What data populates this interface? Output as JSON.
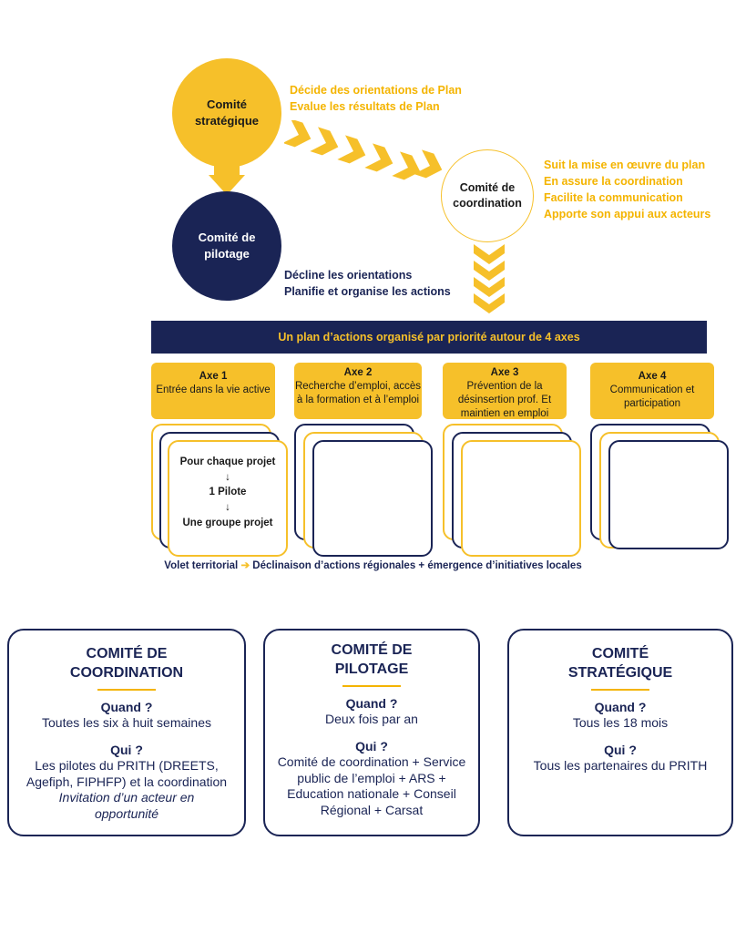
{
  "diagram": {
    "strategique": {
      "label": "Comité\nstratégique",
      "desc1": "Décide des orientations de Plan",
      "desc2": "Evalue les résultats de Plan"
    },
    "coordination": {
      "label": "Comité de\ncoordination",
      "desc1": "Suit la mise en œuvre du plan",
      "desc2": "En assure la coordination",
      "desc3": "Facilite la communication",
      "desc4": "Apporte son appui aux acteurs"
    },
    "pilotage": {
      "label": "Comité de\npilotage",
      "desc1": "Décline les orientations",
      "desc2": "Planifie et organise les actions"
    },
    "plan_banner": "Un plan d’actions organisé par priorité autour de 4 axes",
    "axes": [
      {
        "title": "Axe 1",
        "text": "Entrée dans la vie active"
      },
      {
        "title": "Axe 2",
        "text": "Recherche d’emploi, accès à la formation et à l’emploi"
      },
      {
        "title": "Axe 3",
        "text": "Prévention de la désinsertion prof. Et maintien en emploi"
      },
      {
        "title": "Axe 4",
        "text": "Communication et participation"
      }
    ],
    "project_card": {
      "line1": "Pour chaque projet",
      "arrow": "↓",
      "line2": "1 Pilote",
      "line3": "Une groupe projet"
    },
    "territorial": {
      "label": "Volet territorial",
      "arrow": "➔",
      "text": "Déclinaison d’actions régionales + émergence d’initiatives locales"
    },
    "colors": {
      "navy": "#1a2455",
      "yellow": "#f6c02a",
      "gold_text": "#f4b400"
    }
  },
  "info_boxes": [
    {
      "title": "COMITÉ DE COORDINATION",
      "quand_label": "Quand ?",
      "quand": "Toutes les six à huit semaines",
      "qui_label": "Qui ?",
      "qui": "Les pilotes du PRITH (DREETS, Agefiph, FIPHFP) et la coordination",
      "qui_note": "Invitation d’un acteur en opportunité"
    },
    {
      "title": "COMITÉ DE PILOTAGE",
      "quand_label": "Quand ?",
      "quand": "Deux fois par an",
      "qui_label": "Qui ?",
      "qui": "Comité de coordination + Service public de l’emploi + ARS + Education nationale + Conseil Régional + Carsat"
    },
    {
      "title": "COMITÉ STRATÉGIQUE",
      "quand_label": "Quand ?",
      "quand": "Tous les 18 mois",
      "qui_label": "Qui ?",
      "qui": "Tous les partenaires du PRITH"
    }
  ]
}
